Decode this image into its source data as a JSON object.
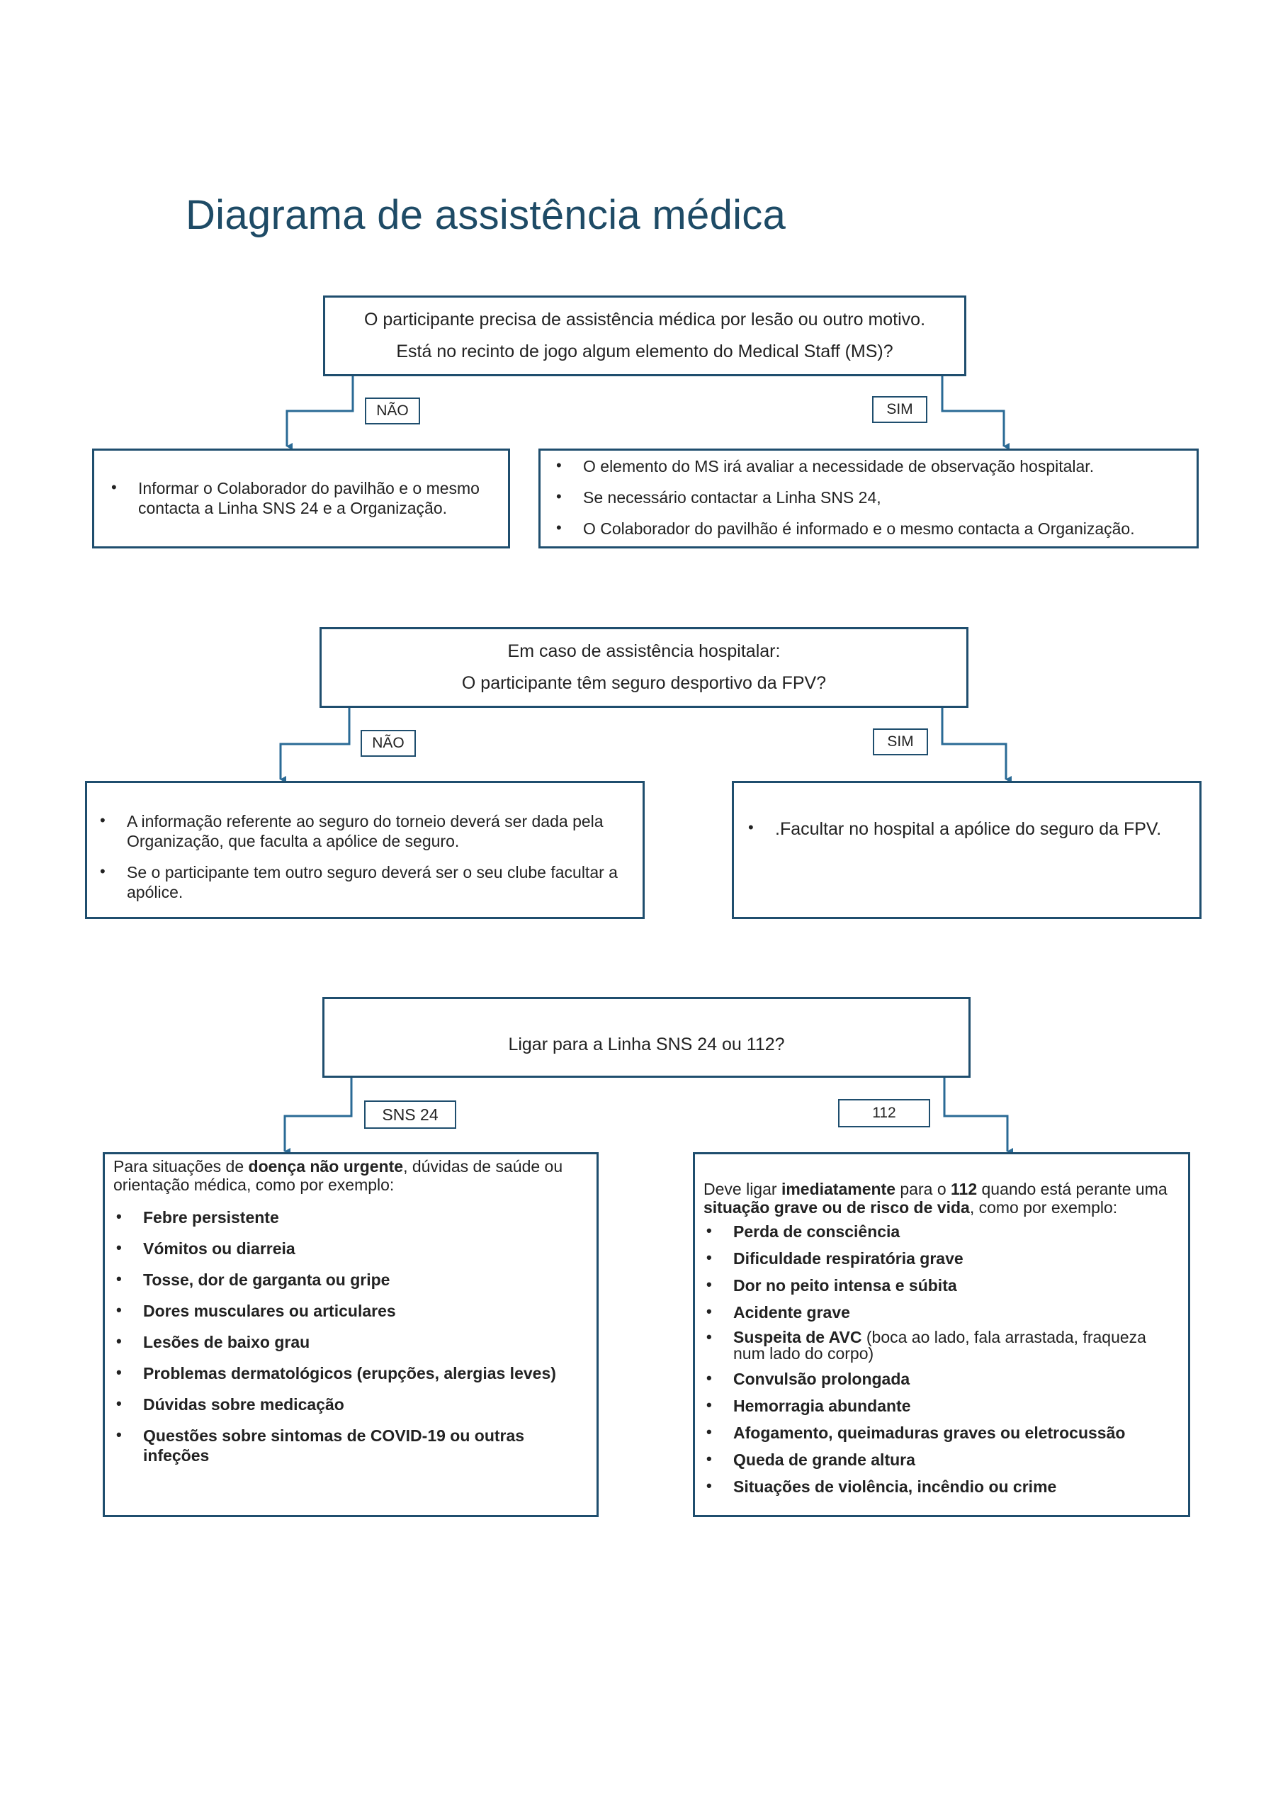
{
  "title": "Diagrama de assistência médica",
  "section1": {
    "question_lines": [
      "O participante precisa de assistência médica por lesão ou outro motivo.",
      "Está no recinto de jogo algum elemento do Medical Staff (MS)?"
    ],
    "left_label": "NÃO",
    "right_label": "SIM",
    "left_items": [
      "Informar o Colaborador do pavilhão e o mesmo contacta a Linha SNS 24 e a Organização."
    ],
    "right_items": [
      "O elemento do MS irá avaliar a necessidade de observação hospitalar.",
      "Se necessário contactar a Linha SNS 24,",
      "O Colaborador do pavilhão é informado e o mesmo contacta a Organização."
    ]
  },
  "section2": {
    "question_lines": [
      "Em caso de assistência hospitalar:",
      "O participante têm seguro desportivo da FPV?"
    ],
    "left_label": "NÃO",
    "right_label": "SIM",
    "left_items": [
      "A informação referente ao seguro do torneio deverá ser dada pela Organização, que faculta a apólice de seguro.",
      "Se o participante tem outro seguro deverá ser o seu clube facultar a apólice."
    ],
    "right_items": [
      ".Facultar no hospital a apólice do seguro da FPV."
    ]
  },
  "section3": {
    "question": "Ligar para a Linha SNS 24 ou 112?",
    "left_label": "SNS 24",
    "right_label": "112",
    "left_intro": {
      "pre": "Para situações de ",
      "bold": "doença não urgente",
      "post": ", dúvidas de saúde ou orientação médica, como por exemplo:"
    },
    "left_items": [
      "Febre persistente",
      "Vómitos ou diarreia",
      "Tosse, dor de garganta ou gripe",
      "Dores musculares ou articulares",
      "Lesões de baixo grau",
      "Problemas dermatológicos (erupções, alergias leves)",
      "Dúvidas sobre medicação",
      "Questões sobre sintomas de COVID-19 ou outras infeções"
    ],
    "right_intro": {
      "pre": "Deve ligar ",
      "bold1": "imediatamente",
      "mid": " para o ",
      "bold2": "112",
      "mid2": " quando está perante uma ",
      "bold3": "situação grave ou de risco de vida",
      "post": ", como por exemplo:"
    },
    "right_items": [
      "Perda de consciência",
      "Dificuldade respiratória grave",
      "Dor no peito intensa e súbita",
      "Acidente grave",
      "Suspeita de AVC",
      "Convulsão prolongada",
      "Hemorragia abundante",
      "Afogamento, queimaduras graves ou eletrocussão",
      "Queda de grande altura",
      "Situações de violência, incêndio ou crime"
    ],
    "avc_note": " (boca ao lado, fala arrastada, fraqueza num lado do corpo)"
  }
}
